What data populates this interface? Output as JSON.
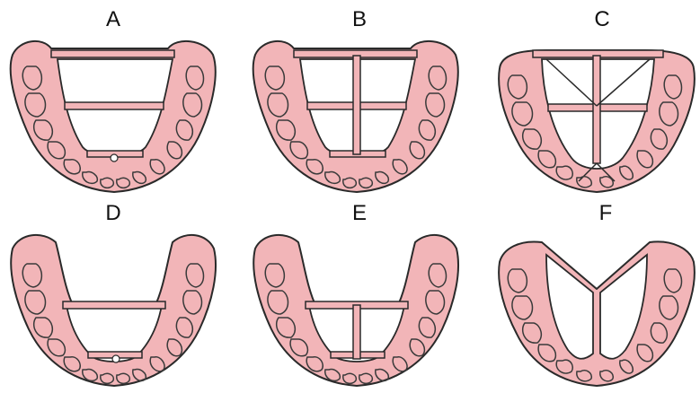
{
  "panels": [
    {
      "id": "A",
      "label": "A"
    },
    {
      "id": "B",
      "label": "B"
    },
    {
      "id": "C",
      "label": "C"
    },
    {
      "id": "D",
      "label": "D"
    },
    {
      "id": "E",
      "label": "E"
    },
    {
      "id": "F",
      "label": "F"
    }
  ],
  "colors": {
    "gum_pink": "#f2b5b8",
    "outline": "#2a2a2a",
    "background": "#ffffff"
  }
}
